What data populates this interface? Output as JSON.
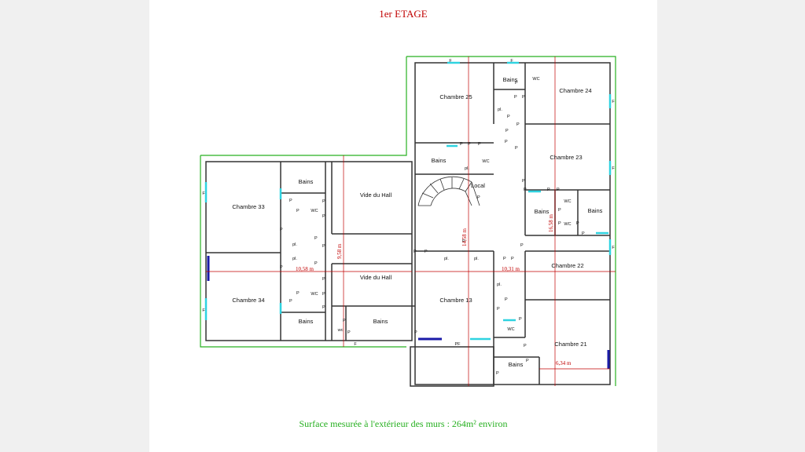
{
  "title": "1er ETAGE",
  "caption": "Surface mesurée à l'extérieur des murs : 264m² environ",
  "colors": {
    "outline": "#27b021",
    "wall": "#333333",
    "dimension": "#c00000",
    "window": "#2fd3e0",
    "door_mark": "#1a1aa8"
  },
  "rooms": {
    "chambre_25": "Chambre 25",
    "chambre_24": "Chambre 24",
    "chambre_23": "Chambre 23",
    "chambre_22": "Chambre 22",
    "chambre_21": "Chambre 21",
    "chambre_13": "Chambre 13",
    "chambre_33": "Chambre 33",
    "chambre_34": "Chambre 34",
    "vide_hall_top": "Vide du Hall",
    "vide_hall_bottom": "Vide du Hall",
    "local": "Local",
    "bains": "Bains",
    "wc": "WC",
    "wc_lower": "wc",
    "placard": "pl.",
    "placard_door": "P",
    "window_label": "F",
    "pf": "PF"
  },
  "dimensions": {
    "left_width": "10,58 m",
    "right_width": "10,31 m",
    "left_height": "9,58 m",
    "center_height": "14,58 m",
    "right_height": "16,58 m",
    "bottom_width": "6,34 m"
  }
}
